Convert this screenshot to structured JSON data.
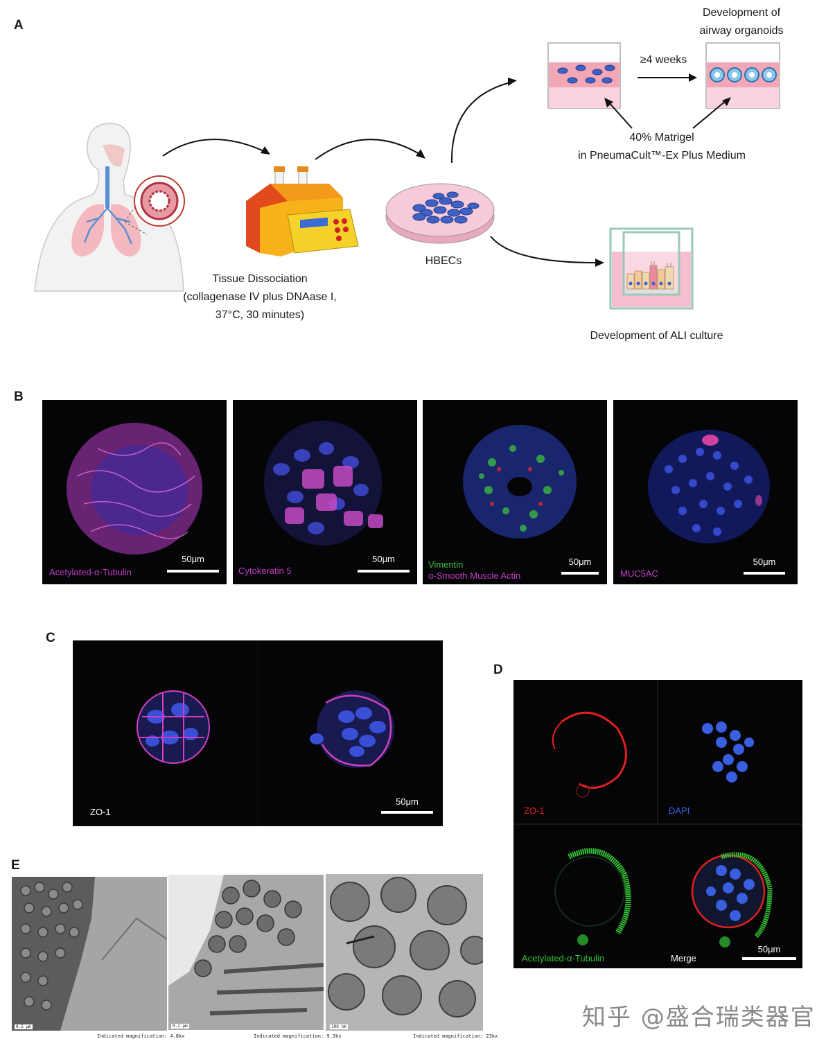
{
  "panels": {
    "a": "A",
    "b": "B",
    "c": "C",
    "d": "D",
    "e": "E"
  },
  "panel_a": {
    "dissociation_caption": [
      "Tissue Dissociation",
      "(collagenase IV plus DNAase I,",
      "37°C, 30 minutes)"
    ],
    "hbecs_label": "HBECs",
    "duration_label": "≥4 weeks",
    "organoid_title": [
      "Development of",
      "airway organoids"
    ],
    "matrigel_caption": [
      "40% Matrigel",
      "in PneumaCult™-Ex Plus Medium"
    ],
    "ali_caption": "Development of ALI culture"
  },
  "panel_b": {
    "images": [
      {
        "label": "Acetylated-α-Tubulin",
        "scale": "50μm",
        "color": "#c23bc2"
      },
      {
        "label": "Cytokeratin 5",
        "scale": "50μm",
        "color": "#c23bc2"
      },
      {
        "label": "Vimentin",
        "label2": "α-Smooth Muscle Actin",
        "scale": "50μm",
        "color": "#3cc23c",
        "color2": "#c23bc2"
      },
      {
        "label": "MUC5AC",
        "scale": "50μm",
        "color": "#c23bc2"
      }
    ]
  },
  "panel_c": {
    "label": "ZO-1",
    "scale": "50μm"
  },
  "panel_d": {
    "zo1": "ZO-1",
    "dapi": "DAPI",
    "tubulin": "Acetylated-α-Tubulin",
    "merge": "Merge",
    "scale": "50μm",
    "colors": {
      "zo1": "#e02020",
      "dapi": "#3a5ee0",
      "tubulin": "#33c233",
      "merge": "#ffffff"
    }
  },
  "panel_e": {
    "images": [
      {
        "scale": "0.5 μm",
        "mag": "Indicated magnification: 4.8kx"
      },
      {
        "scale": "0.2 μm",
        "mag": "Indicated magnification: 9.3kx"
      },
      {
        "scale": "100 nm",
        "mag": "Indicated magnification: 23kx"
      }
    ]
  },
  "watermark": "知乎 @盛合瑞类器官"
}
